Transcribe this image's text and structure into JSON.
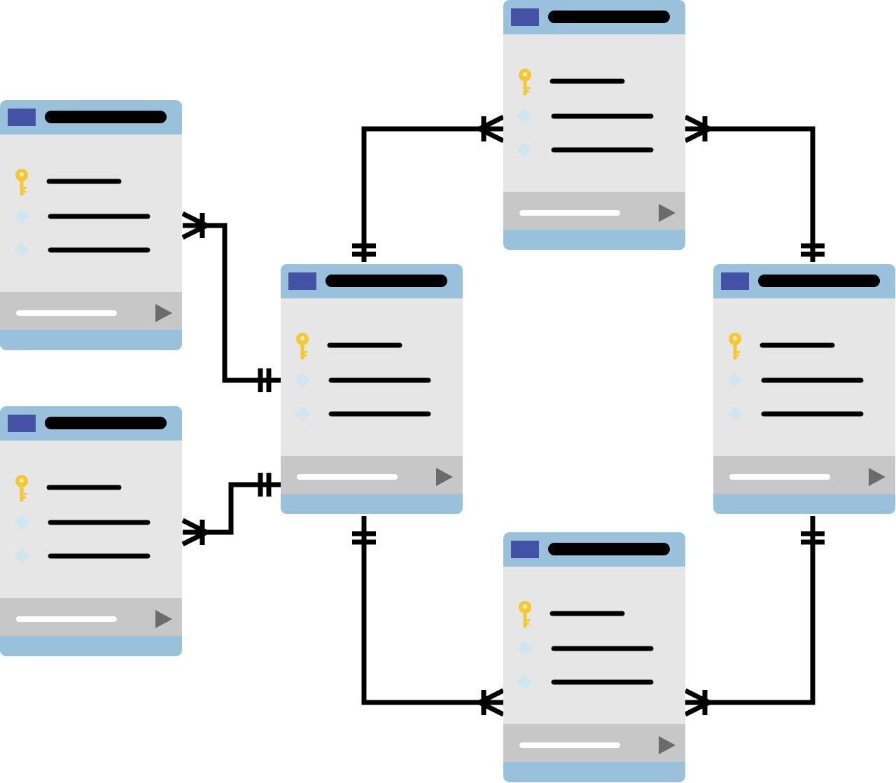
{
  "colors": {
    "header": "#99c1db",
    "body": "#e6e6e6",
    "footer_bar": "#c7c7c7",
    "footer_strip": "#99c1db",
    "title_swatch": "#4452a6",
    "line": "#000000",
    "key": "#f4c832",
    "diamond": "#cfe6ef",
    "play": "#6b6b6b",
    "footer_pill": "#ffffff"
  },
  "tables": [
    {
      "id": "table-left-top",
      "rows": [
        {
          "icon": "key-icon"
        },
        {
          "icon": "diamond-icon"
        },
        {
          "icon": "diamond-icon"
        }
      ],
      "footer_icon": "play-icon"
    },
    {
      "id": "table-left-bottom",
      "rows": [
        {
          "icon": "key-icon"
        },
        {
          "icon": "diamond-icon"
        },
        {
          "icon": "diamond-icon"
        }
      ],
      "footer_icon": "play-icon"
    },
    {
      "id": "table-center",
      "rows": [
        {
          "icon": "key-icon"
        },
        {
          "icon": "diamond-icon"
        },
        {
          "icon": "diamond-icon"
        }
      ],
      "footer_icon": "play-icon"
    },
    {
      "id": "table-top",
      "rows": [
        {
          "icon": "key-icon"
        },
        {
          "icon": "diamond-icon"
        },
        {
          "icon": "diamond-icon"
        }
      ],
      "footer_icon": "play-icon"
    },
    {
      "id": "table-right",
      "rows": [
        {
          "icon": "key-icon"
        },
        {
          "icon": "diamond-icon"
        },
        {
          "icon": "diamond-icon"
        }
      ],
      "footer_icon": "play-icon"
    },
    {
      "id": "table-bottom",
      "rows": [
        {
          "icon": "key-icon"
        },
        {
          "icon": "diamond-icon"
        },
        {
          "icon": "diamond-icon"
        }
      ],
      "footer_icon": "play-icon"
    }
  ],
  "relationships": [
    {
      "from": "table-center",
      "from_end": "one-and-only-one",
      "to": "table-left-top",
      "to_end": "one-or-many"
    },
    {
      "from": "table-center",
      "from_end": "one-and-only-one",
      "to": "table-left-bottom",
      "to_end": "one-or-many"
    },
    {
      "from": "table-center",
      "from_end": "one-and-only-one",
      "to": "table-top",
      "to_end": "one-or-many"
    },
    {
      "from": "table-center",
      "from_end": "one-and-only-one",
      "to": "table-bottom",
      "to_end": "one-or-many"
    },
    {
      "from": "table-right",
      "from_end": "one-and-only-one",
      "to": "table-top",
      "to_end": "one-or-many"
    },
    {
      "from": "table-right",
      "from_end": "one-and-only-one",
      "to": "table-bottom",
      "to_end": "one-or-many"
    }
  ]
}
